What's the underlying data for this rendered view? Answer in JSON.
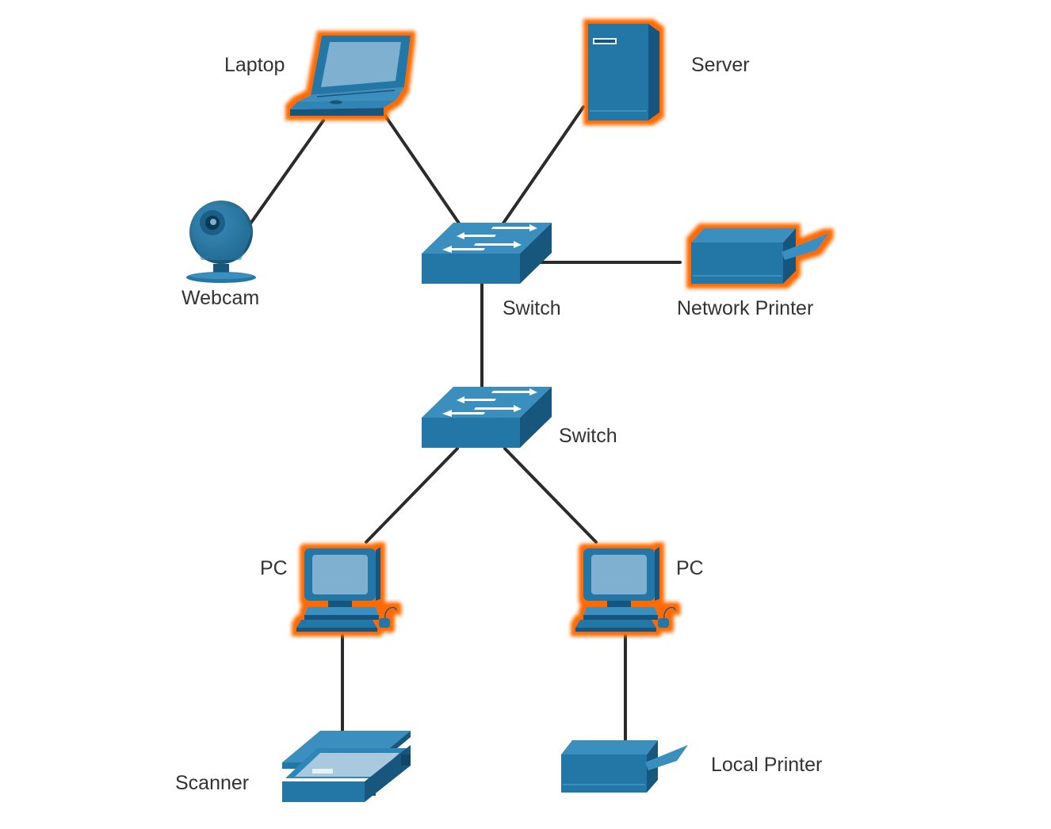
{
  "diagram": {
    "colors": {
      "device_light": "#3b8fbe",
      "device_mid": "#2277a6",
      "device_dark": "#17577e",
      "screen": "#7fb0d0",
      "highlight": "#ff6a00",
      "link": "#2b2b2b",
      "label": "#333333"
    },
    "nodes": {
      "laptop": {
        "label": "Laptop",
        "icon": "laptop-icon",
        "highlighted": true
      },
      "server": {
        "label": "Server",
        "icon": "server-icon",
        "highlighted": true
      },
      "webcam": {
        "label": "Webcam",
        "icon": "webcam-icon",
        "highlighted": false
      },
      "switch_top": {
        "label": "Switch",
        "icon": "switch-icon",
        "highlighted": false
      },
      "network_printer": {
        "label": "Network Printer",
        "icon": "printer-icon",
        "highlighted": true
      },
      "switch_bottom": {
        "label": "Switch",
        "icon": "switch-icon",
        "highlighted": false
      },
      "pc_left": {
        "label": "PC",
        "icon": "pc-icon",
        "highlighted": true
      },
      "pc_right": {
        "label": "PC",
        "icon": "pc-icon",
        "highlighted": true
      },
      "scanner": {
        "label": "Scanner",
        "icon": "scanner-icon",
        "highlighted": false
      },
      "local_printer": {
        "label": "Local Printer",
        "icon": "printer-icon",
        "highlighted": false
      }
    }
  }
}
